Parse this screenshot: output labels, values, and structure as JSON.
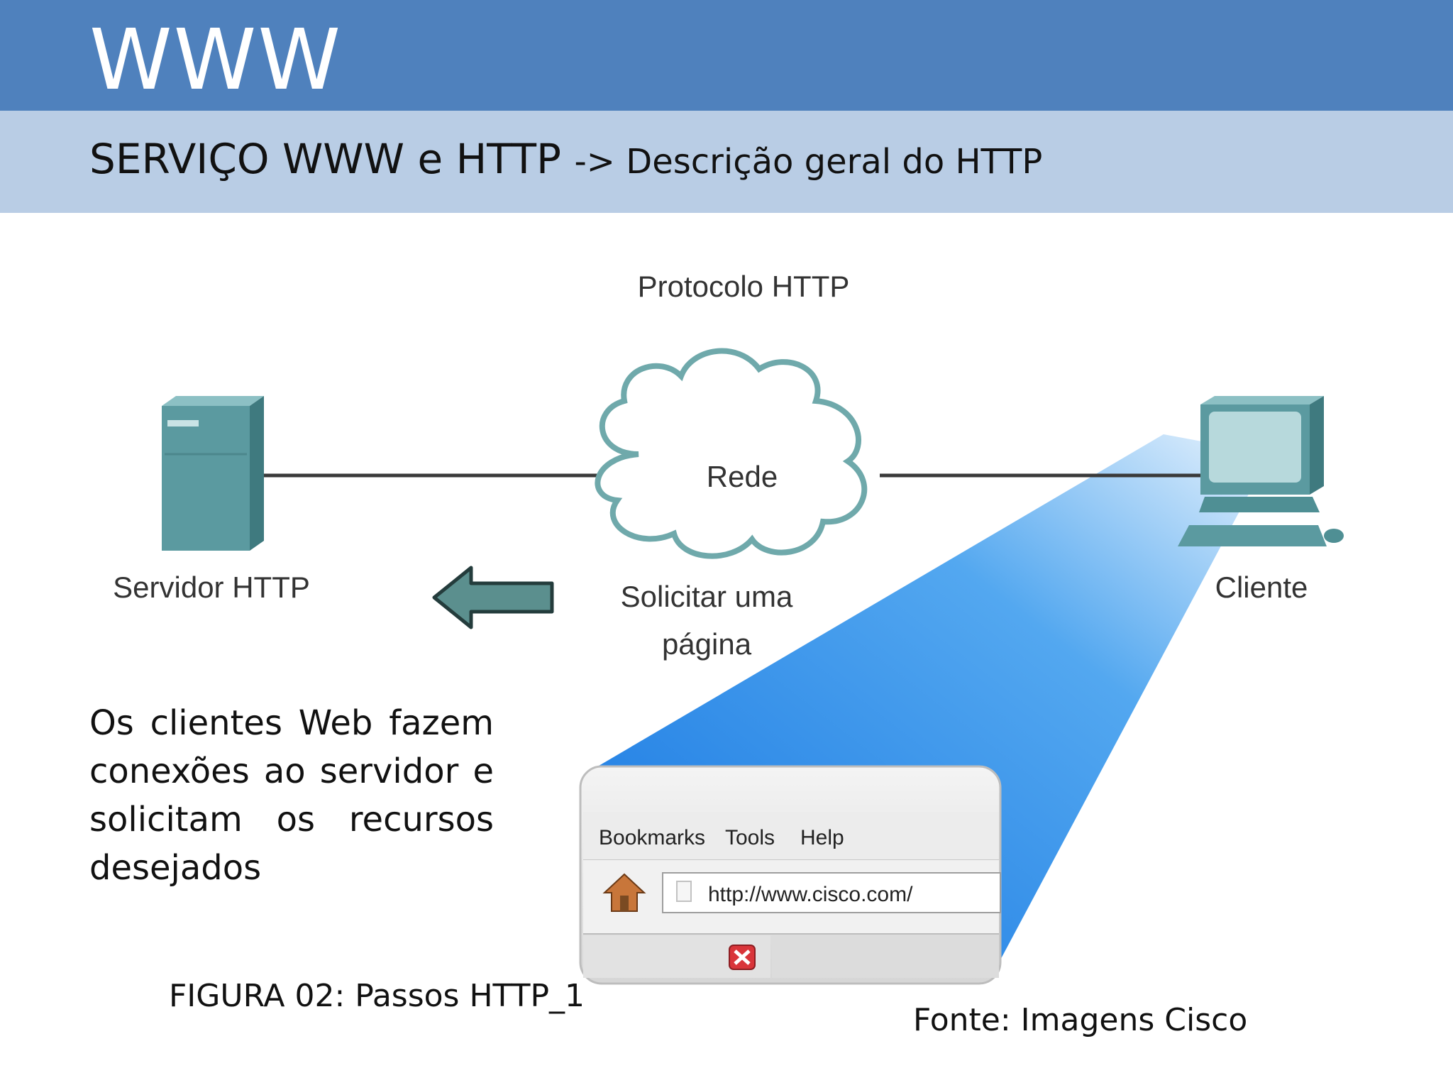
{
  "header": {
    "title": "WWW"
  },
  "subheader": {
    "main": "SERVIÇO WWW e HTTP",
    "detail": "-> Descrição geral do HTTP"
  },
  "diagram": {
    "title": "Protocolo HTTP",
    "network_label": "Rede",
    "server_label": "Servidor HTTP",
    "client_label": "Cliente",
    "request_label_line1": "Solicitar uma",
    "request_label_line2": "página",
    "browser": {
      "menu": [
        "Bookmarks",
        "Tools",
        "Help"
      ],
      "address": "http://www.cisco.com/"
    },
    "icons": [
      "server-icon",
      "cloud-icon",
      "computer-icon",
      "arrow-left-icon",
      "home-icon",
      "close-icon"
    ],
    "colors": {
      "device": "#5b9aa0",
      "beam": "#1e88e5",
      "header": "#4f81bd",
      "subheader": "#b9cde5"
    }
  },
  "body_text": "Os clientes Web fazem conexões ao servidor e solicitam os recursos desejados",
  "figure_caption": "FIGURA 02: Passos HTTP_1",
  "source_caption": "Fonte: Imagens Cisco"
}
